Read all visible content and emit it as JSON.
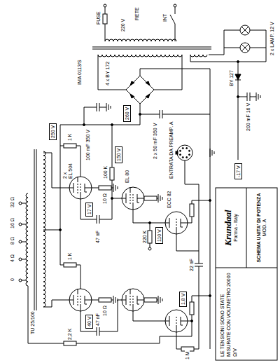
{
  "diagram": {
    "nodes": [
      {
        "text": [
          "SCHEMA UNITA' DI POTENZA",
          "MOD. A"
        ]
      },
      {
        "text": [
          "Krundaal",
          "Parma - Italy"
        ]
      },
      {
        "text": [
          "250 V"
        ]
      },
      {
        "text": [
          "17 V"
        ]
      },
      {
        "text": [
          "40 V"
        ]
      },
      {
        "text": [
          "150 V"
        ]
      },
      {
        "text": [
          "110 V"
        ]
      },
      {
        "text": [
          "1,8 V"
        ]
      },
      {
        "text": [
          "260 V"
        ]
      },
      {
        "text": [
          "-17 V"
        ]
      }
    ],
    "labels": [
      "TU 25/100",
      "0",
      "4 Ω",
      "8 Ω",
      "16 Ω",
      "32 Ω",
      "2 x",
      "EL 504",
      "EL 80",
      "ECC 82",
      "IMA 0113/S",
      "220 V",
      "FUSE",
      "INT",
      "RETE",
      "4 x BY 172",
      "100 mF 350 V",
      "2 x 50 mF 350 V",
      "ENTRATA DA PREAMP. A",
      "200 mF 16 V",
      "BY 127",
      "2 x LAMP. 12 V",
      "10 Ω",
      "10 Ω",
      "1 K",
      "1 K",
      "100 K",
      "47 nF",
      "47 nF",
      "220 K",
      "1 M",
      "22 nF",
      "2,2 K",
      "LE TENSIONI SONO STATE MISURATE CON VOLTMETRO 20000 Ω/V"
    ]
  }
}
